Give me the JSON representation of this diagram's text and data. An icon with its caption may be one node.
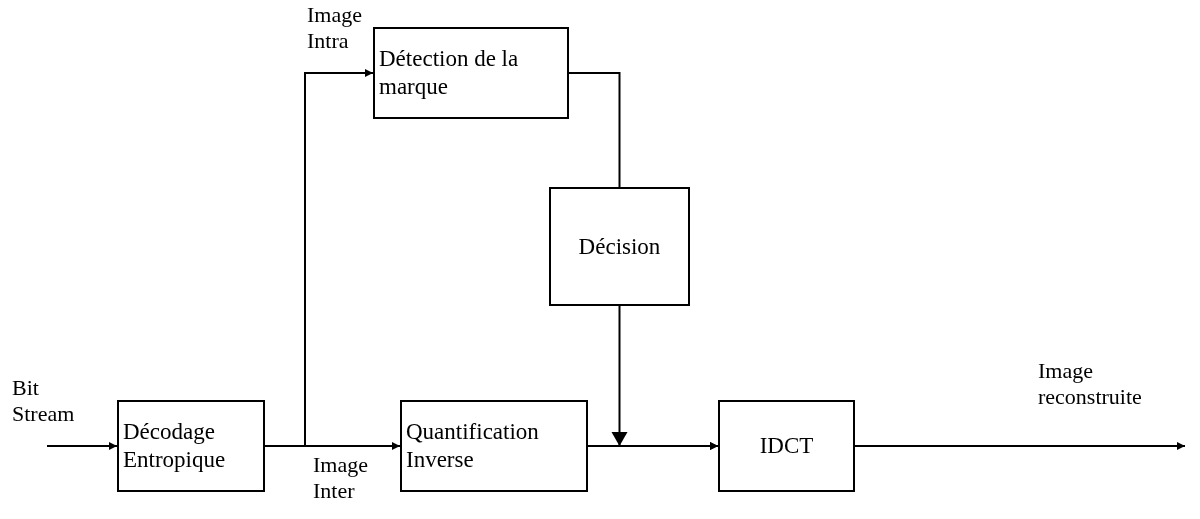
{
  "diagram": {
    "nodes": [
      {
        "text": [
          "Détection de la marque"
        ]
      },
      {
        "text": [
          "Décision"
        ]
      },
      {
        "text": [
          "Décodage Entropique"
        ]
      },
      {
        "text": [
          "Quantification Inverse"
        ]
      },
      {
        "text": [
          "IDCT"
        ]
      }
    ],
    "edges": [
      {
        "from": null,
        "to": 2,
        "arrow": "to",
        "label": "Bit Stream"
      },
      {
        "from": 2,
        "to": 3,
        "arrow": "to",
        "label": "Image Inter"
      },
      {
        "from": 2,
        "to": 0,
        "arrow": "to",
        "label": "Image Intra"
      },
      {
        "from": 0,
        "to": 1,
        "arrow": "none"
      },
      {
        "from": 1,
        "to": 4,
        "arrow": "to"
      },
      {
        "from": 3,
        "to": 4,
        "arrow": "to"
      },
      {
        "from": 4,
        "to": null,
        "arrow": "to",
        "label": "Image reconstruite"
      }
    ]
  }
}
